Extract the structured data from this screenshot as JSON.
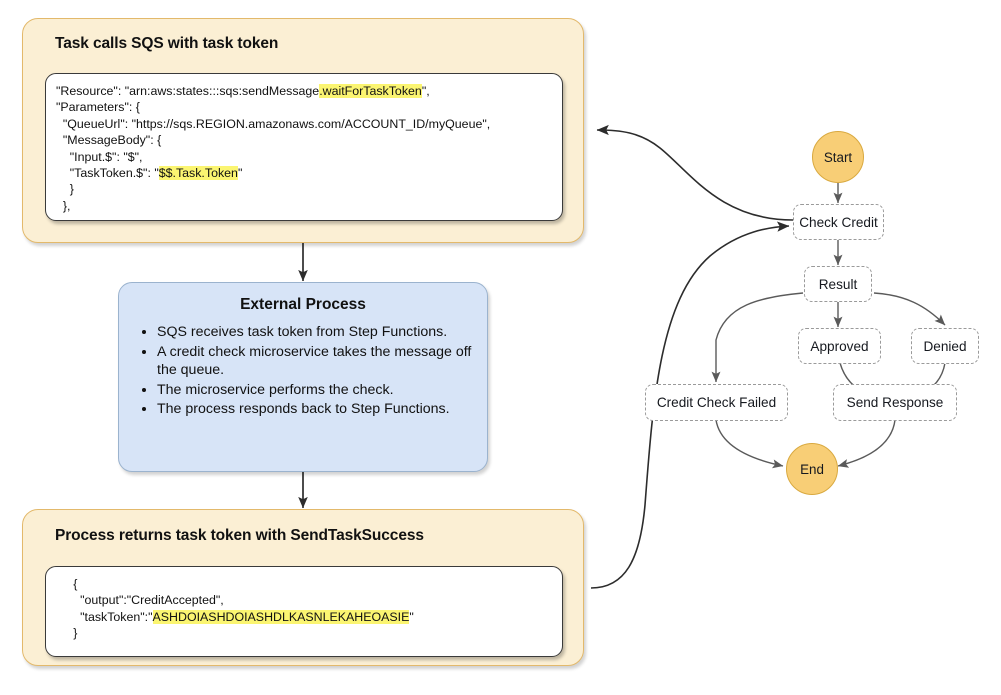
{
  "panels": {
    "top": {
      "title": "Task calls SQS with task token",
      "code_lines": [
        [
          {
            "t": "\"Resource\": \"arn:aws:states:::sqs:sendMessage",
            "h": false
          },
          {
            "t": ".waitForTaskToken",
            "h": true
          },
          {
            "t": "\",",
            "h": false
          }
        ],
        [
          {
            "t": "\"Parameters\": {",
            "h": false
          }
        ],
        [
          {
            "t": "  \"QueueUrl\": \"https://sqs.REGION.amazonaws.com/ACCOUNT_ID/myQueue\",",
            "h": false
          }
        ],
        [
          {
            "t": "  \"MessageBody\": {",
            "h": false
          }
        ],
        [
          {
            "t": "    \"Input.$\": \"$\",",
            "h": false
          }
        ],
        [
          {
            "t": "    \"TaskToken.$\": \"",
            "h": false
          },
          {
            "t": "$$.Task.Token",
            "h": true
          },
          {
            "t": "\"",
            "h": false
          }
        ],
        [
          {
            "t": "    }",
            "h": false
          }
        ],
        [
          {
            "t": "  },",
            "h": false
          }
        ]
      ]
    },
    "middle": {
      "title": "External Process",
      "bullets": [
        "SQS receives task token from Step Functions.",
        "A credit check microservice takes the message off the queue.",
        "The microservice performs the check.",
        "The process responds back to Step Functions."
      ]
    },
    "bottom": {
      "title": "Process returns task token with SendTaskSuccess",
      "code_lines": [
        [
          {
            "t": "     {",
            "h": false
          }
        ],
        [
          {
            "t": "       \"output\":\"CreditAccepted\",",
            "h": false
          }
        ],
        [
          {
            "t": "       \"taskToken\":\"",
            "h": false
          },
          {
            "t": "ASHDOIASHDOIASHDLKASNLEKAHEOASIE",
            "h": true
          },
          {
            "t": "\"",
            "h": false
          }
        ],
        [
          {
            "t": "     }",
            "h": false
          }
        ]
      ]
    }
  },
  "state_machine": {
    "nodes": [
      {
        "id": "start",
        "label": "Start",
        "kind": "terminal"
      },
      {
        "id": "check-credit",
        "label": "Check Credit",
        "kind": "task"
      },
      {
        "id": "result",
        "label": "Result",
        "kind": "task"
      },
      {
        "id": "approved",
        "label": "Approved",
        "kind": "task"
      },
      {
        "id": "denied",
        "label": "Denied",
        "kind": "task"
      },
      {
        "id": "credit-check-failed",
        "label": "Credit Check Failed",
        "kind": "task"
      },
      {
        "id": "send-response",
        "label": "Send Response",
        "kind": "task"
      },
      {
        "id": "end",
        "label": "End",
        "kind": "terminal"
      }
    ],
    "edges": [
      {
        "from": "start",
        "to": "check-credit"
      },
      {
        "from": "check-credit",
        "to": "result"
      },
      {
        "from": "result",
        "to": "approved"
      },
      {
        "from": "result",
        "to": "denied"
      },
      {
        "from": "result",
        "to": "credit-check-failed"
      },
      {
        "from": "approved",
        "to": "send-response"
      },
      {
        "from": "denied",
        "to": "send-response"
      },
      {
        "from": "credit-check-failed",
        "to": "end"
      },
      {
        "from": "send-response",
        "to": "end"
      },
      {
        "from": "check-credit",
        "to": "top-panel"
      },
      {
        "from": "bottom-panel",
        "to": "check-credit"
      }
    ]
  },
  "colors": {
    "panel_fill": "#FBEFD4",
    "panel_border": "#E3B96B",
    "process_fill": "#D7E4F7",
    "process_border": "#9BB3CE",
    "terminal_fill": "#F8CE76",
    "highlight": "#FBF571",
    "wire": "#4a4a4a"
  }
}
